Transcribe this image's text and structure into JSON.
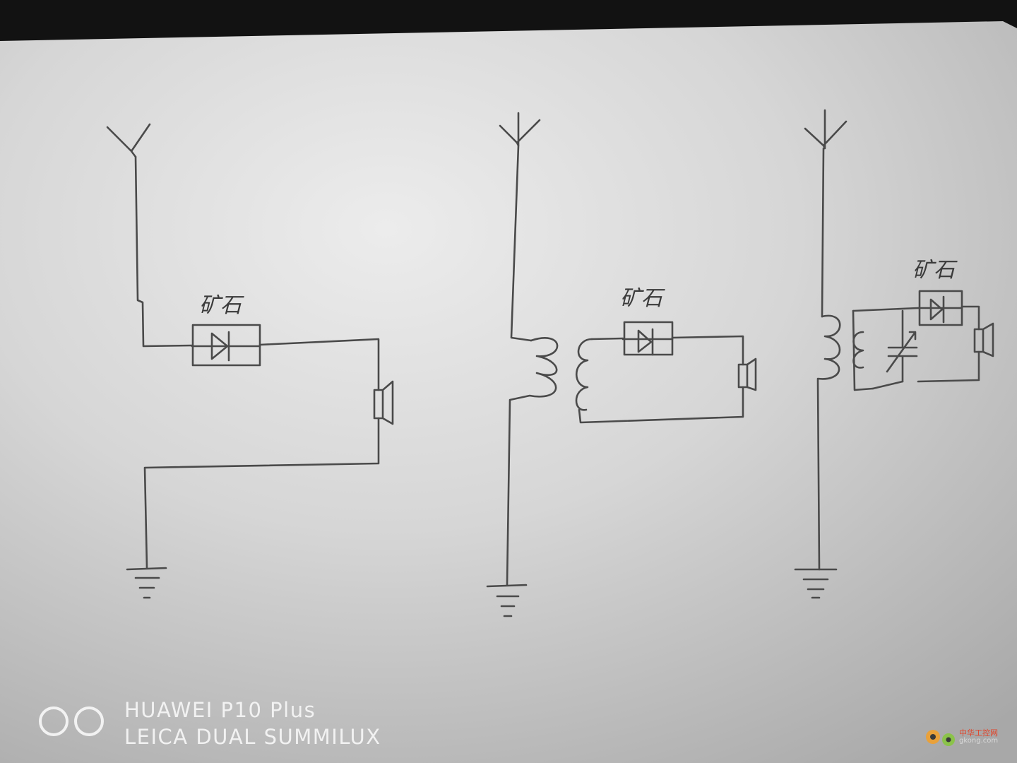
{
  "diagrams": [
    {
      "id": "circuit-1",
      "detector_label": "矿石"
    },
    {
      "id": "circuit-2",
      "detector_label": "矿石"
    },
    {
      "id": "circuit-3",
      "detector_label": "矿石"
    }
  ],
  "watermark": {
    "line1": "HUAWEI P10 Plus",
    "line2": "LEICA DUAL SUMMILUX"
  },
  "site_watermark": {
    "name": "中华工控网",
    "domain": "gkong.com"
  },
  "colors": {
    "paper": "#d9d9d9",
    "ink": "#4a4a4a",
    "background": "#121212",
    "watermark_text": "#f2f2f2",
    "site_accent": "#e0452b"
  }
}
